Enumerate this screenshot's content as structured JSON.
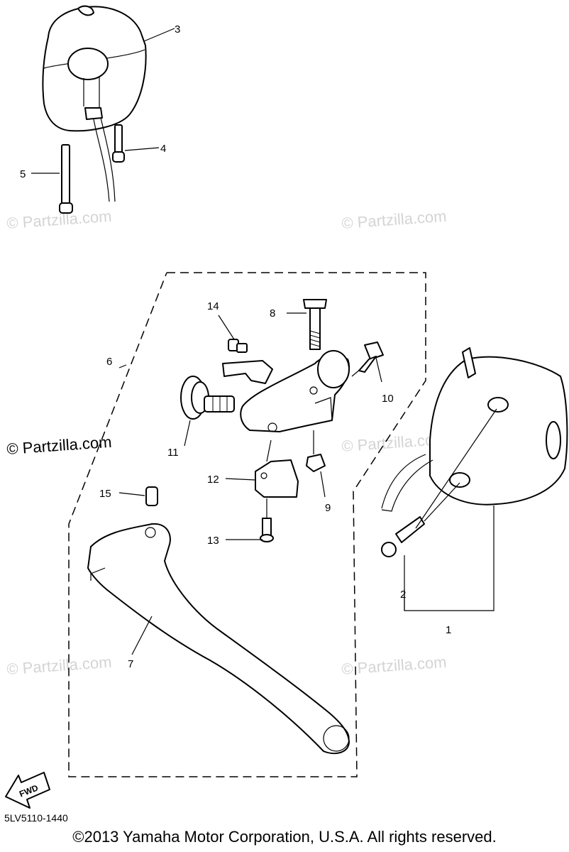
{
  "diagram": {
    "diagram_code": "5LV5110-1440",
    "copyright": "©2013 Yamaha Motor Corporation, U.S.A. All rights reserved.",
    "fwd_label": "FWD",
    "watermark_text": "© Partzilla.com",
    "colors": {
      "ink": "#000000",
      "watermark": "#d4d4d4",
      "background": "#ffffff"
    },
    "callouts": [
      {
        "number": "1"
      },
      {
        "number": "2"
      },
      {
        "number": "3"
      },
      {
        "number": "4"
      },
      {
        "number": "5"
      },
      {
        "number": "6"
      },
      {
        "number": "7"
      },
      {
        "number": "8"
      },
      {
        "number": "9"
      },
      {
        "number": "10"
      },
      {
        "number": "11"
      },
      {
        "number": "12"
      },
      {
        "number": "13"
      },
      {
        "number": "14"
      },
      {
        "number": "15"
      }
    ]
  }
}
